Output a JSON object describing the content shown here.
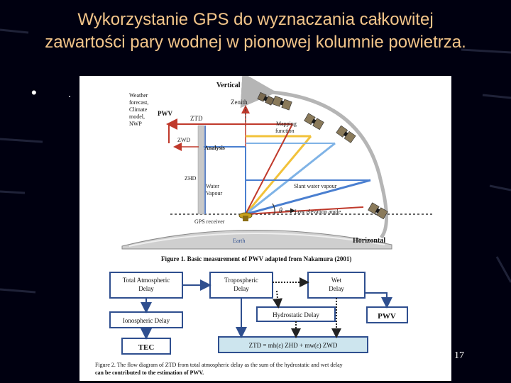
{
  "slide": {
    "title_line1": "Wykorzystanie GPS do wyznaczania całkowitej",
    "title_line2": "zawartości pary wodnej w pionowej kolumnie powietrza.",
    "bullet_text": ".",
    "page_number": "17"
  },
  "figure1": {
    "vertical": "Vertical",
    "zenith": "Zenith",
    "weather_line1": "Weather",
    "weather_line2": "forecast,",
    "weather_line3": "Climate",
    "weather_line4": "model,",
    "weather_line5": "NWP",
    "pwv": "PWV",
    "ztd": "ZTD",
    "zwd": "ZWD",
    "analysis": "Analysis",
    "mapping_line1": "Mapping",
    "mapping_line2": "function",
    "zhd": "ZHD",
    "water_line1": "Water",
    "water_line2": "Vapour",
    "slant": "Slant water vapour",
    "theta": "θ",
    "low_elev": "Low elevation angle",
    "gps_receiver": "GPS receiver",
    "earth": "Earth",
    "horizontal": "Horizontal",
    "caption": "Figure 1.  Basic measurement of PWV adapted from Nakamura (2001)"
  },
  "figure2": {
    "total_line1": "Total Atmospheric",
    "total_line2": "Delay",
    "tropo_line1": "Tropospheric",
    "tropo_line2": "Delay",
    "wet_line1": "Wet",
    "wet_line2": "Delay",
    "hydro": "Hydrostatic Delay",
    "iono": "Ionospheric Delay",
    "pwv": "PWV",
    "tec": "TEC",
    "formula": "ZTD = mh(ε) ZHD + mw(ε) ZWD",
    "caption_line1": "Figure 2.  The flow diagram of ZTD from total atmospheric delay as the sum of the hydrostatic and wet delay",
    "caption_line2": "can be contributed to the estimation of PWV."
  },
  "colors": {
    "title": "#f3c58a",
    "background": "#000010",
    "box_blue": "#2f4f8f",
    "arrow_red": "#c0392b",
    "line_yellow": "#f2c23a",
    "line_lightblue": "#7fb3e6",
    "line_blue": "#4a7fd0"
  }
}
